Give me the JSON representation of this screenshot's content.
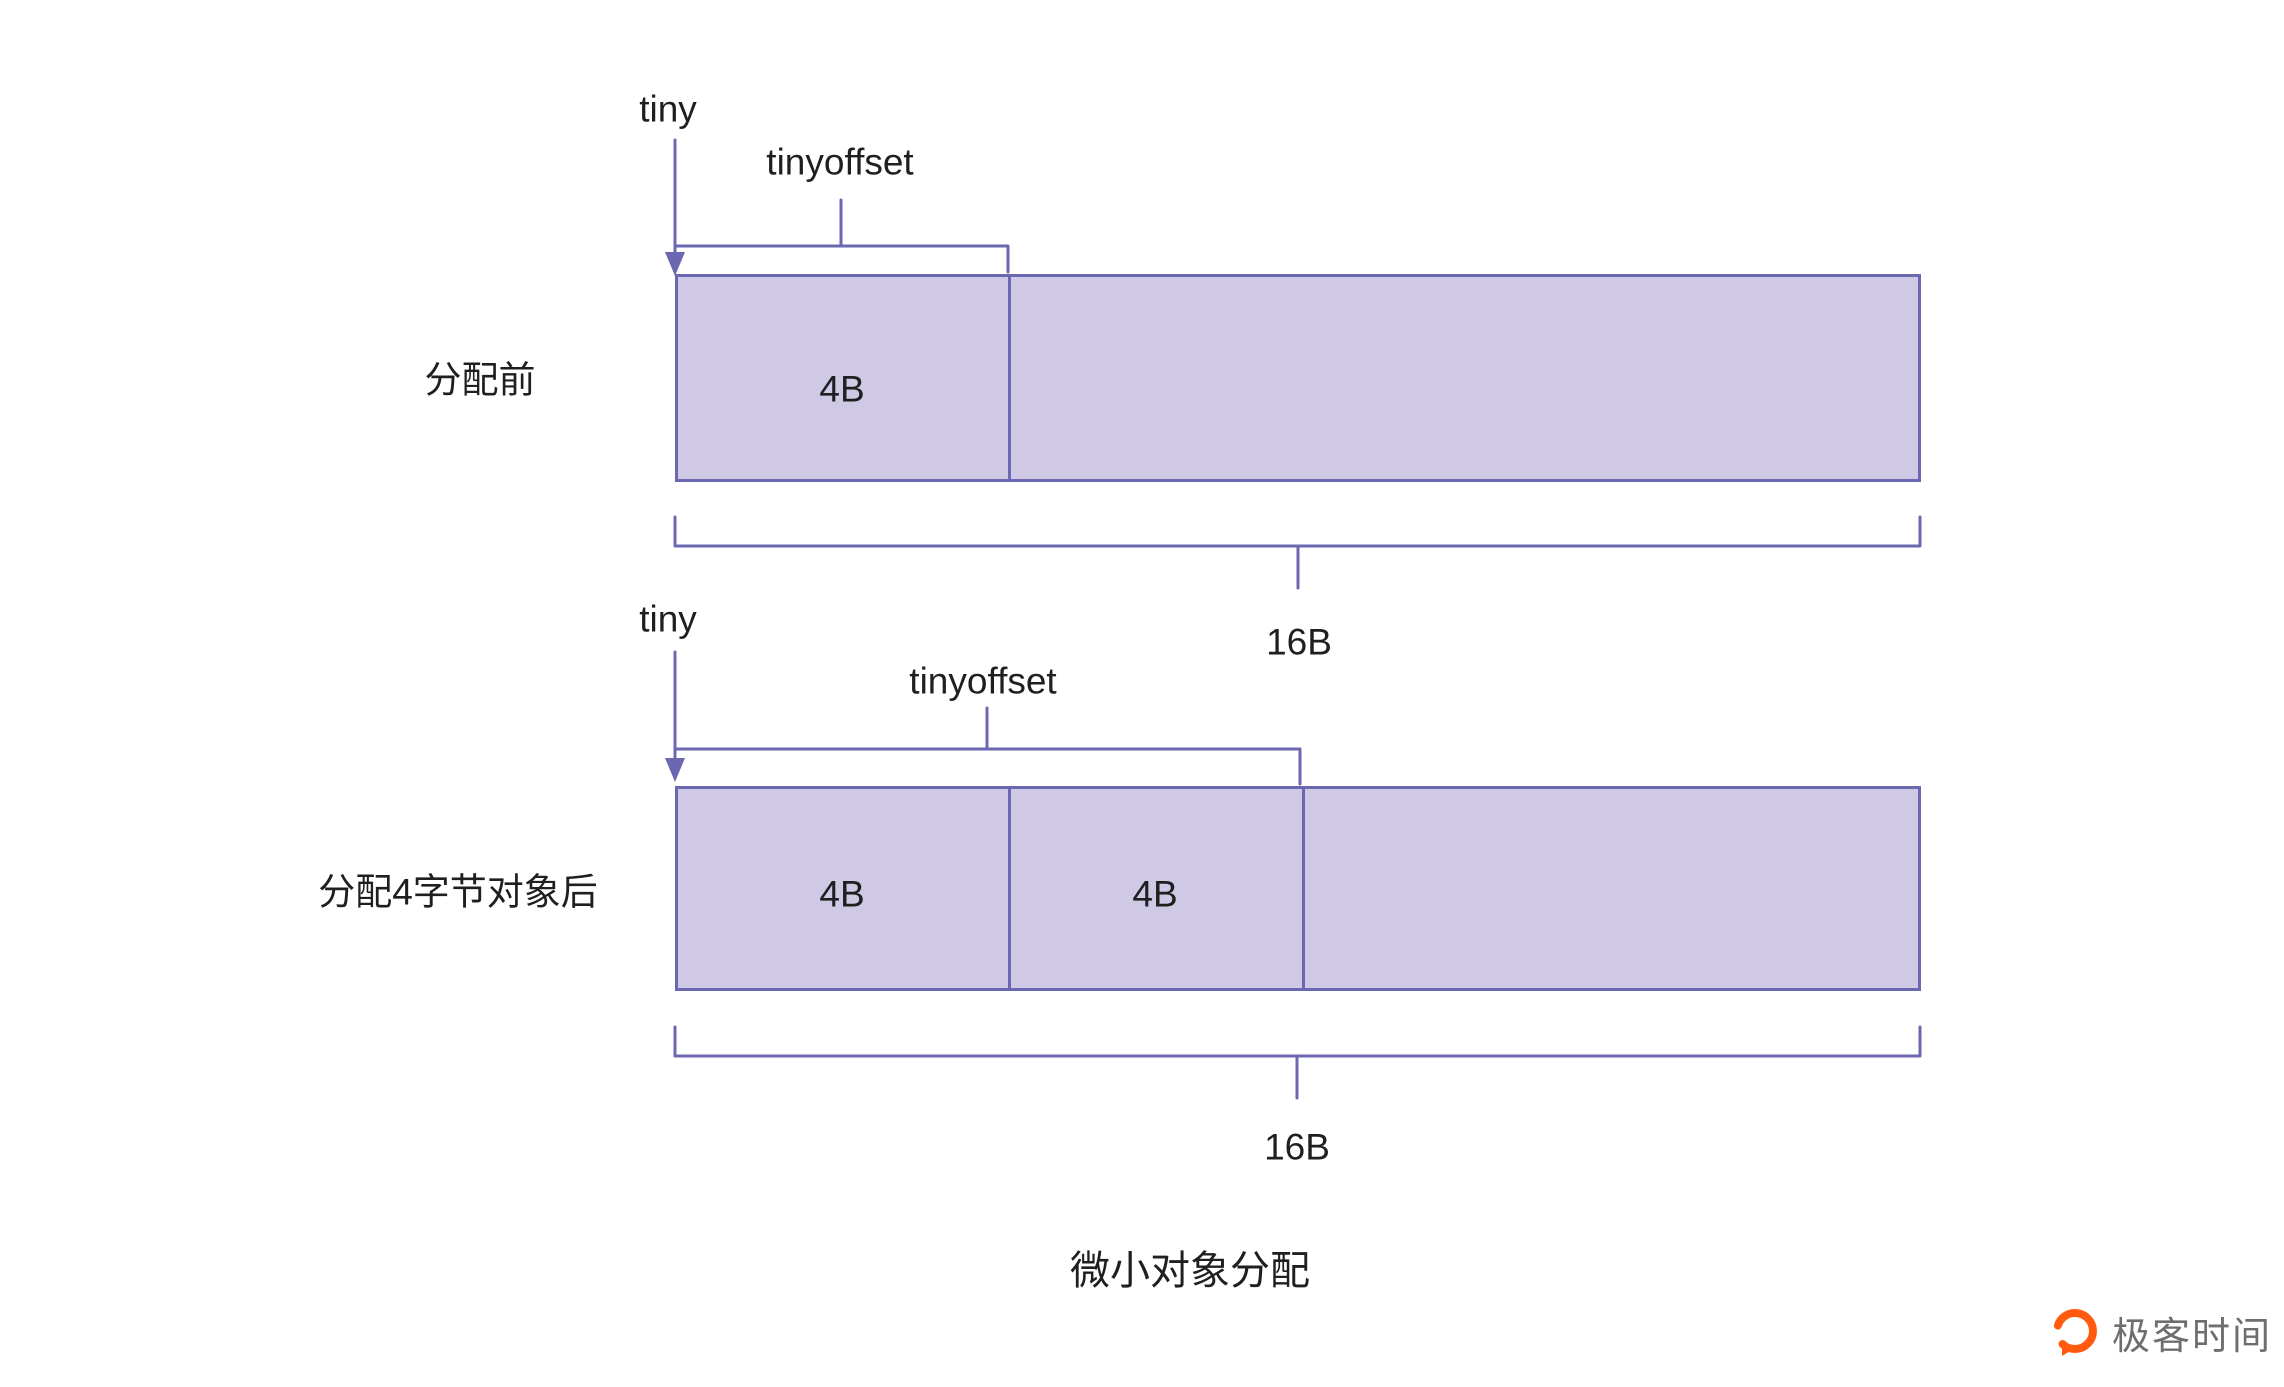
{
  "diagram": {
    "before": {
      "row_label": "分配前",
      "tiny_label": "tiny",
      "tinyoffset_label": "tinyoffset",
      "segments": [
        {
          "label": "4B"
        }
      ],
      "total_label": "16B"
    },
    "after": {
      "row_label": "分配4字节对象后",
      "tiny_label": "tiny",
      "tinyoffset_label": "tinyoffset",
      "segments": [
        {
          "label": "4B"
        },
        {
          "label": "4B"
        }
      ],
      "total_label": "16B"
    },
    "caption": "微小对象分配"
  },
  "branding": {
    "logo_text": "极客时间",
    "logo_icon": "geek-time-speech-bubble-icon"
  },
  "colors": {
    "accent_purple": "#6b67b1",
    "block_fill": "#cfc9e5",
    "logo_orange": "#ff5a0e",
    "text": "#1f1f1f"
  }
}
